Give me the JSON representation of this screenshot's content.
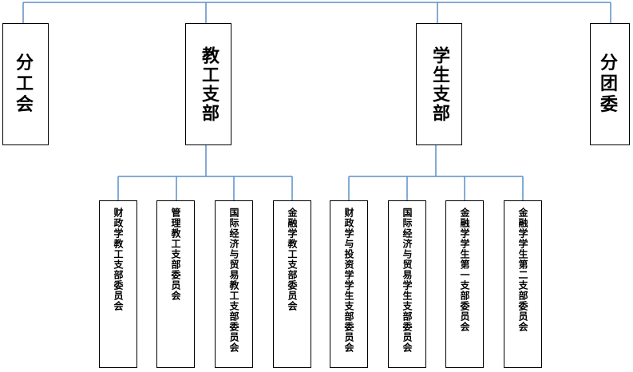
{
  "colors": {
    "connector": "#5b8fc7",
    "border": "#000000",
    "text": "#000000"
  },
  "top_units": [
    {
      "id": "union",
      "label": "分工会"
    },
    {
      "id": "faculty",
      "label": "教工支部"
    },
    {
      "id": "student",
      "label": "学生支部"
    },
    {
      "id": "youth",
      "label": "分团委"
    }
  ],
  "faculty_committees": [
    {
      "label": "财政学教工支部委员会"
    },
    {
      "label": "管理教工支部委员会"
    },
    {
      "label": "国际经济与贸易教工支部委员会"
    },
    {
      "label": "金融学教工支部委员会"
    }
  ],
  "student_committees": [
    {
      "label": "财政学与投资学学生支部委员会"
    },
    {
      "label": "国际经济与贸易学生支部委员会"
    },
    {
      "label": "金融学学生第一支部委员会"
    },
    {
      "label": "金融学学生第二支部委员会"
    }
  ]
}
